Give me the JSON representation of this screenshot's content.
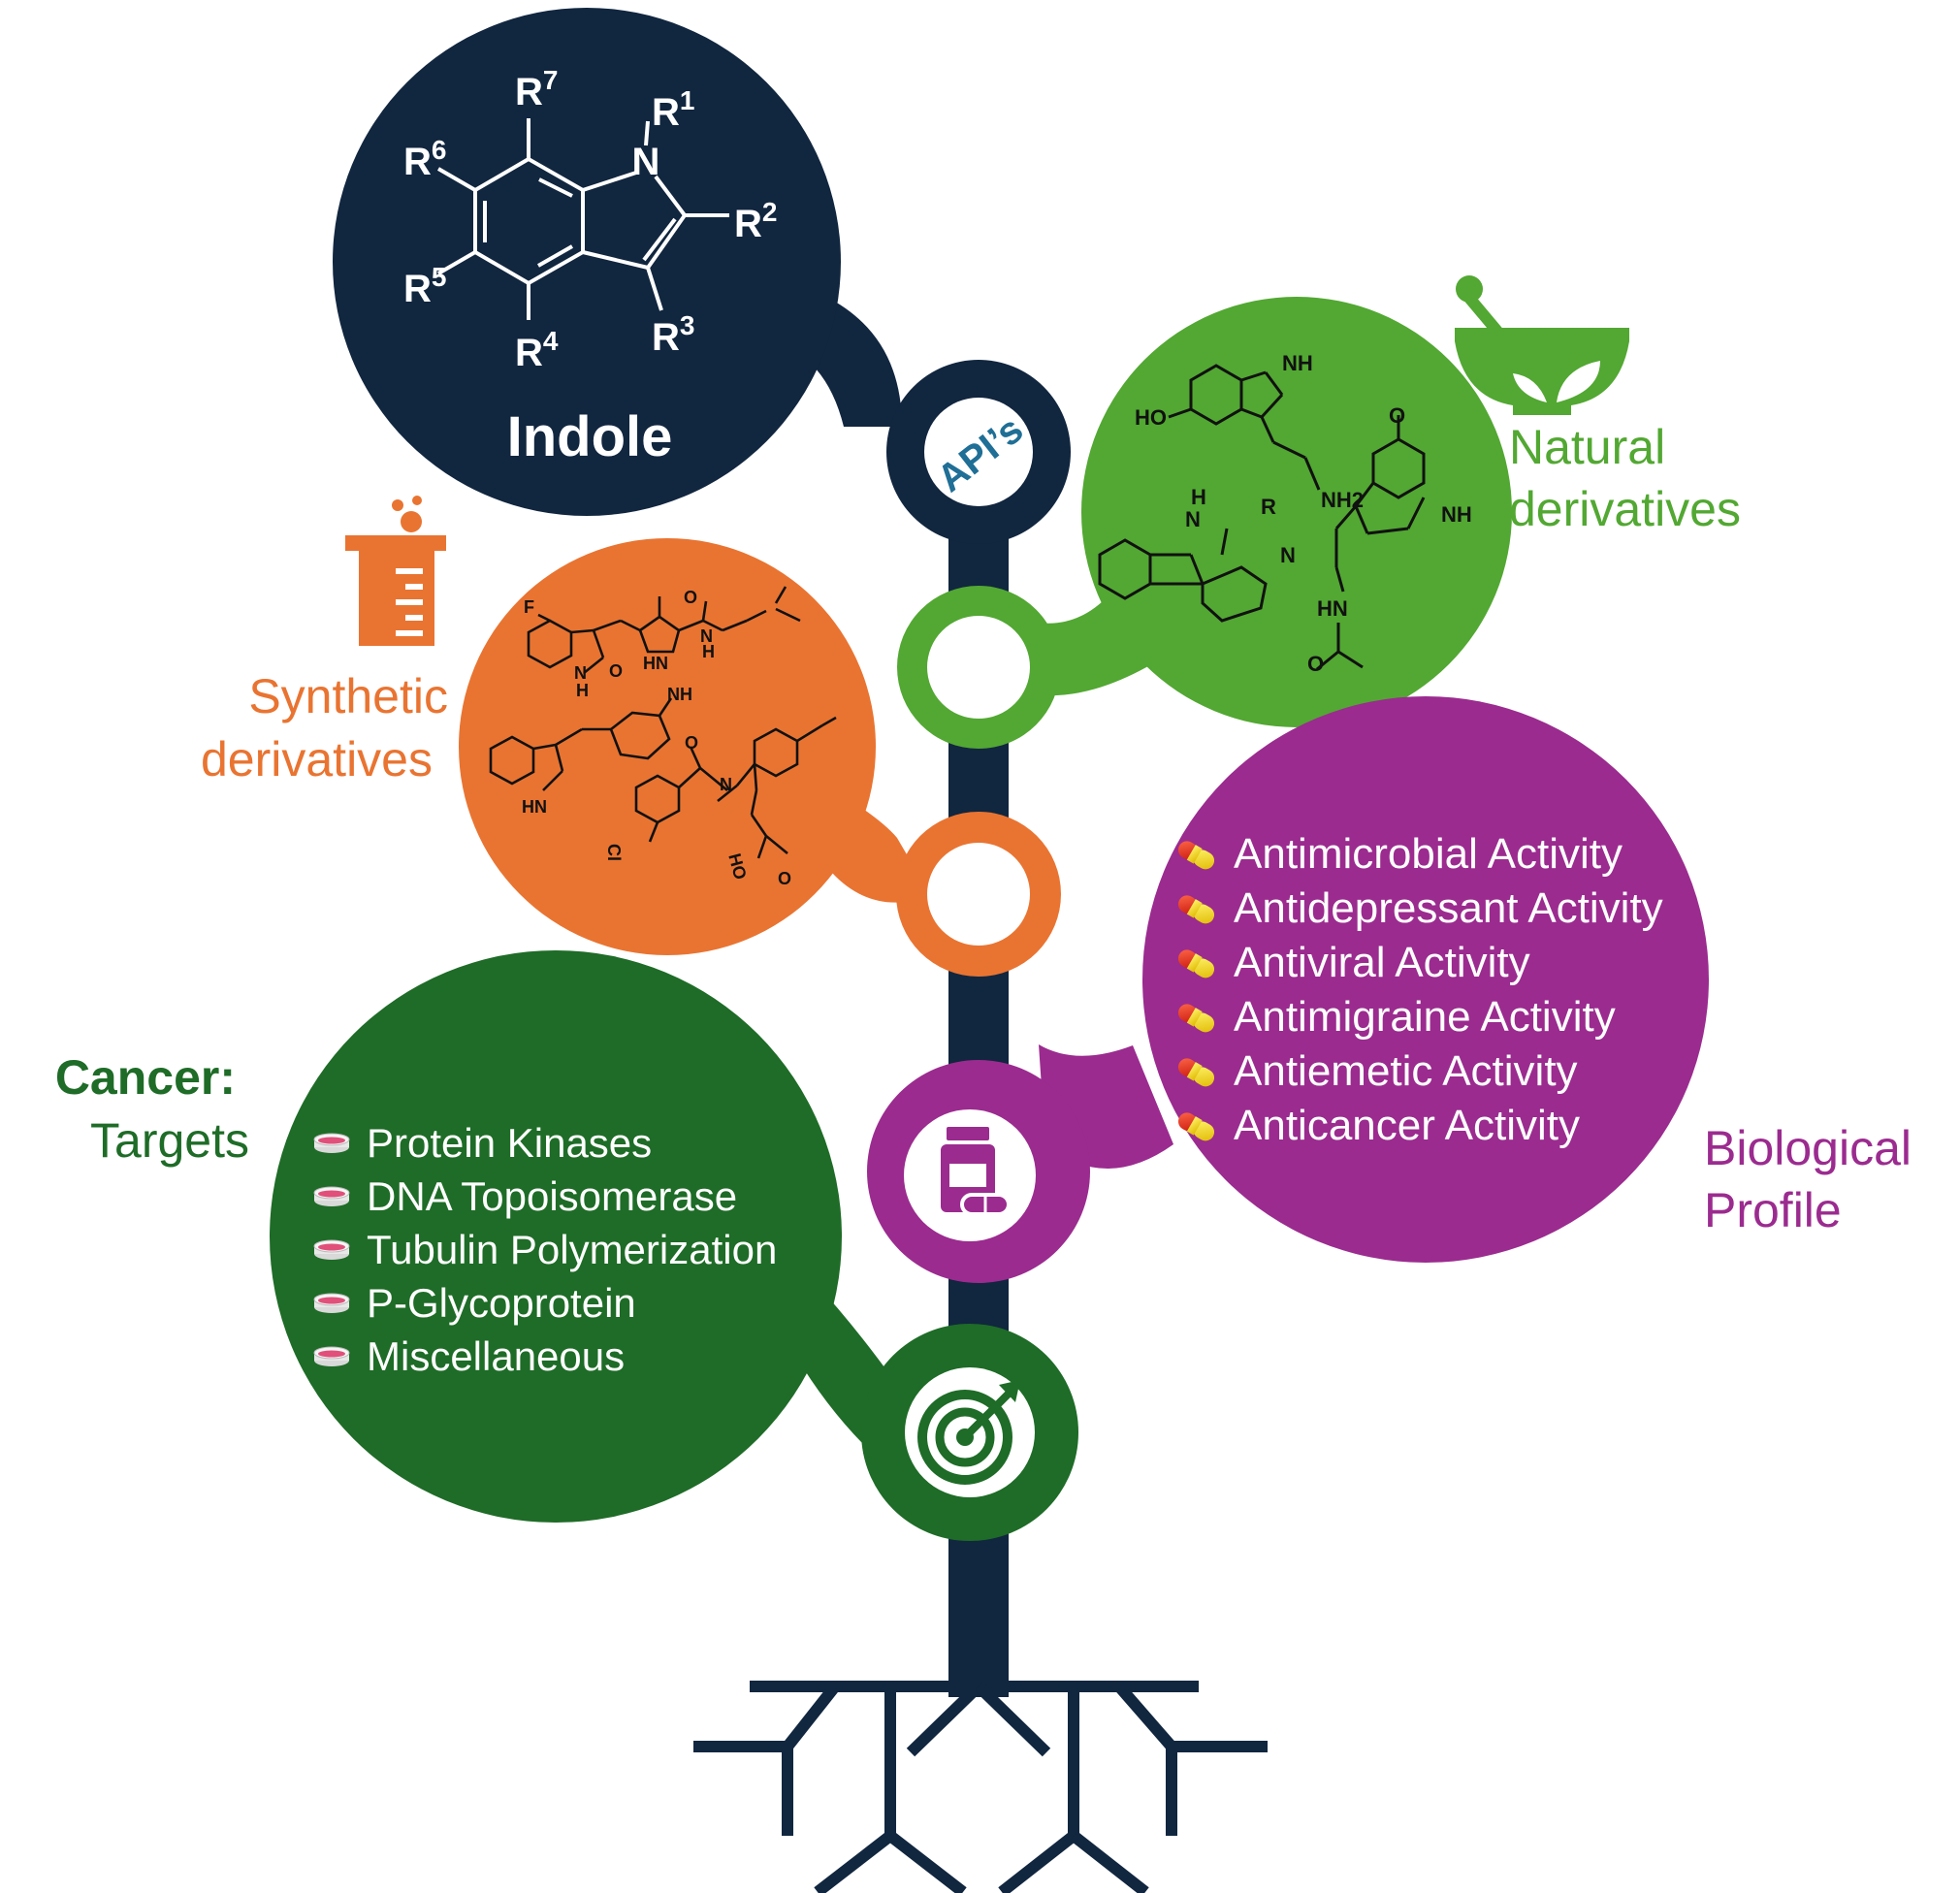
{
  "core": {
    "title": "Indole",
    "api_label": "API’s",
    "substituents": [
      "R1",
      "R2",
      "R3",
      "R4",
      "R5",
      "R6",
      "R7"
    ]
  },
  "natural": {
    "label_line1": "Natural",
    "label_line2": "derivatives",
    "atoms": [
      "NH",
      "HO",
      "NH2",
      "NH",
      "O",
      "H",
      "N",
      "R",
      "N",
      "HN",
      "O"
    ]
  },
  "synthetic": {
    "label_line1": "Synthetic",
    "label_line2": "derivatives",
    "atoms": [
      "F",
      "N",
      "H",
      "O",
      "HN",
      "O",
      "N",
      "H",
      "NH",
      "HN",
      "N",
      "O",
      "Cl",
      "HO",
      "O"
    ]
  },
  "biological": {
    "label_line1": "Biological",
    "label_line2": "Profile",
    "items": [
      "Antimicrobial Activity",
      "Antidepressant Activity",
      "Antiviral Activity",
      "Antimigraine Activity",
      "Antiemetic Activity",
      "Anticancer Activity"
    ]
  },
  "cancer": {
    "label_line1": "Cancer:",
    "label_line2": "Targets",
    "items": [
      "Protein Kinases",
      "DNA Topoisomerase",
      "Tubulin Polymerization",
      "P-Glycoprotein",
      "Miscellaneous"
    ]
  },
  "colors": {
    "navy": "#11263f",
    "light_green": "#52a832",
    "orange": "#e97431",
    "purple": "#9b2b8f",
    "dark_green": "#1e6c27"
  }
}
